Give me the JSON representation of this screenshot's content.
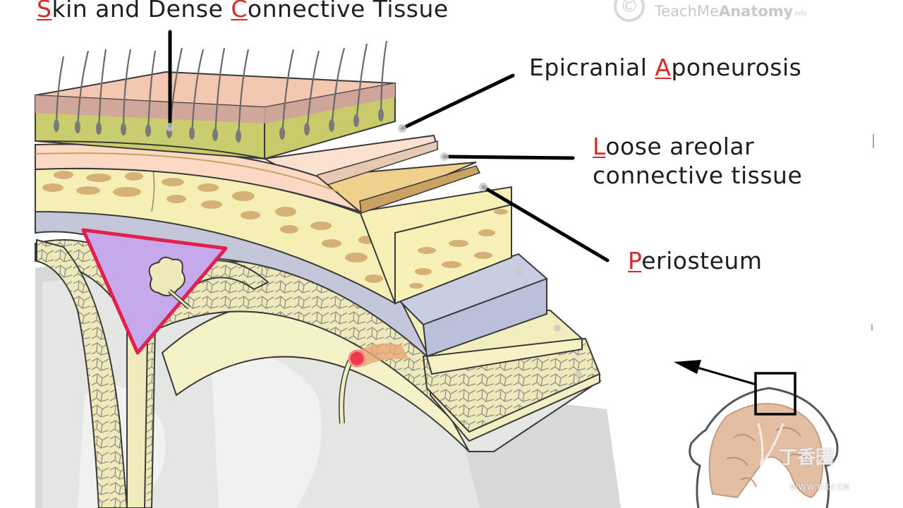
{
  "labels": {
    "skin": {
      "initial1": "S",
      "rest1": "kin and Dense ",
      "initial2": "C",
      "rest2": "onnective Tissue"
    },
    "aponeurosis": {
      "rest1": "Epicranial ",
      "initial": "A",
      "rest2": "poneurosis"
    },
    "loose": {
      "initial": "L",
      "rest1": "oose areolar",
      "line2": "connective tissue"
    },
    "periosteum": {
      "initial": "P",
      "rest": "eriosteum"
    }
  },
  "brand": {
    "symbol": "©",
    "name_light": "TeachMe",
    "name_bold": "Anatomy",
    "suffix": "info"
  },
  "watermark": {
    "text": "丁香园",
    "url": "WWW.DXY.CN"
  },
  "colors": {
    "accent_red": "#d62b2b",
    "skin_top": "#f3c6b0",
    "dermis_green": "#c9cb6a",
    "aponeurosis": "#fbe0cf",
    "loose_areolar": "#f1d08e",
    "periosteum_bone": "#f4efb4",
    "dura_blue": "#b9bfd8",
    "sinus_purple": "#c7a8ea",
    "brain_grey": "#d9dbd9"
  },
  "icons": [
    "copyright-icon",
    "arrow-icon",
    "head-section-icon",
    "brain-icon",
    "hair-icon"
  ]
}
